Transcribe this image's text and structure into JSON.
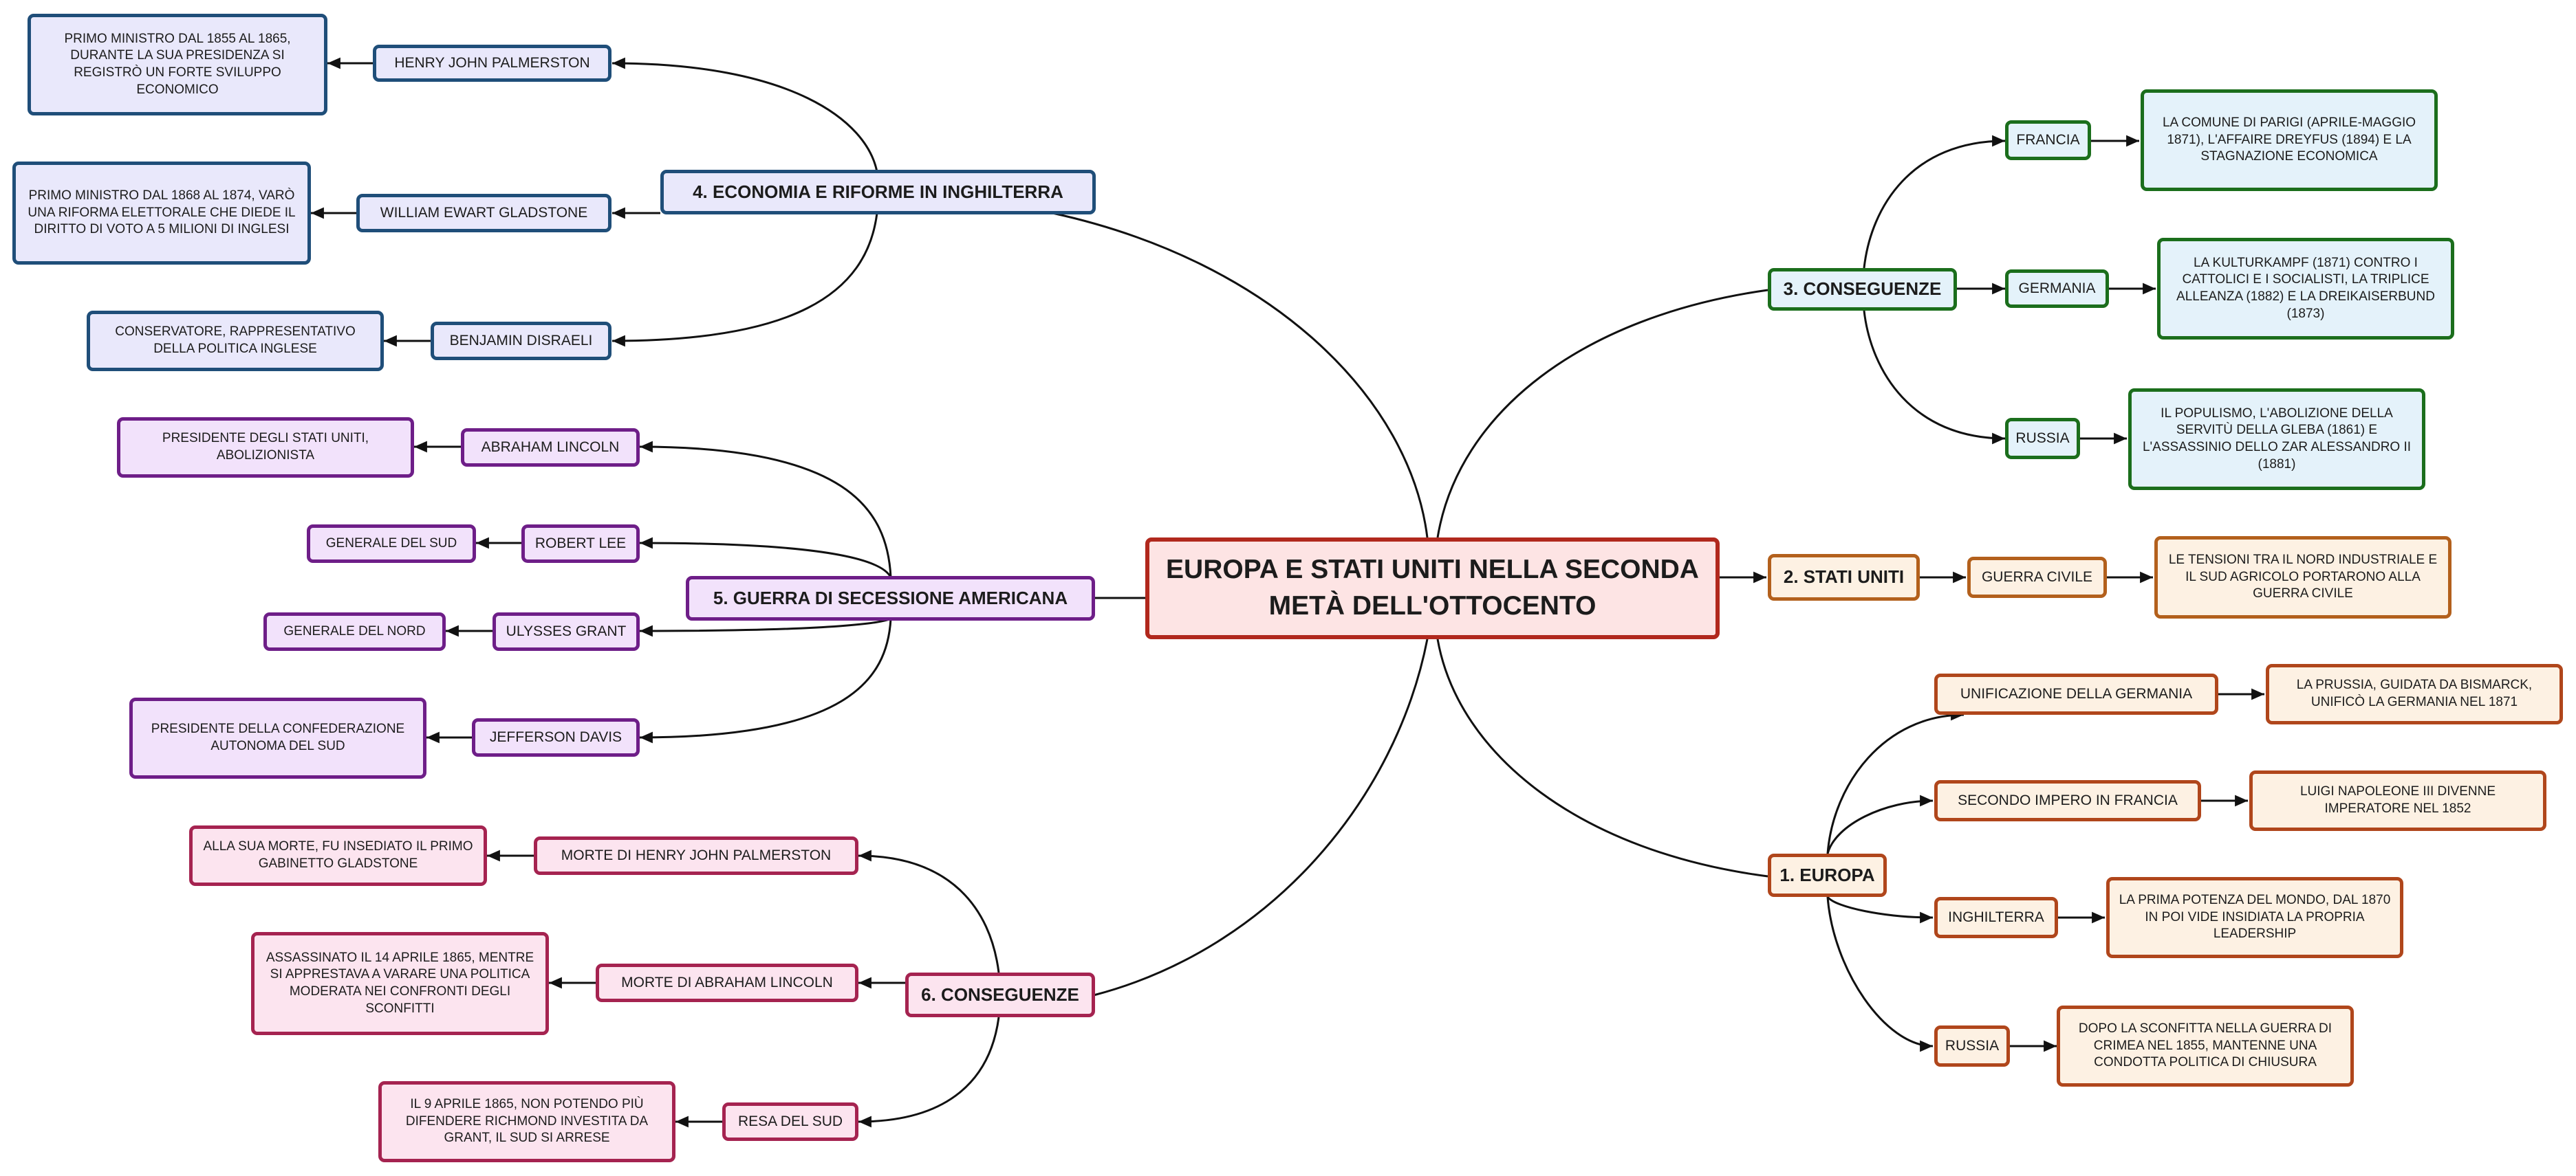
{
  "diagram": {
    "center_title": "EUROPA E STATI UNITI NELLA SECONDA METÀ DELL'OTTOCENTO",
    "branches": {
      "economia": {
        "title": "4. ECONOMIA E RIFORME IN INGHILTERRA",
        "color": "#1f4e79",
        "items": [
          {
            "label": "HENRY JOHN PALMERSTON",
            "desc": "PRIMO MINISTRO DAL 1855 AL 1865, DURANTE LA SUA PRESIDENZA SI REGISTRÒ UN FORTE SVILUPPO ECONOMICO"
          },
          {
            "label": "WILLIAM EWART GLADSTONE",
            "desc": "PRIMO MINISTRO DAL 1868 AL 1874, VARÒ UNA RIFORMA ELETTORALE CHE DIEDE IL DIRITTO DI VOTO A 5 MILIONI DI INGLESI"
          },
          {
            "label": "BENJAMIN DISRAELI",
            "desc": "CONSERVATORE, RAPPRESENTATIVO DELLA POLITICA INGLESE"
          }
        ]
      },
      "secessione": {
        "title": "5. GUERRA DI SECESSIONE AMERICANA",
        "color": "#6e1e88",
        "items": [
          {
            "label": "ABRAHAM LINCOLN",
            "desc": "PRESIDENTE DEGLI STATI UNITI, ABOLIZIONISTA"
          },
          {
            "label": "ROBERT LEE",
            "desc": "GENERALE DEL SUD"
          },
          {
            "label": "ULYSSES GRANT",
            "desc": "GENERALE DEL NORD"
          },
          {
            "label": "JEFFERSON DAVIS",
            "desc": "PRESIDENTE DELLA CONFEDERAZIONE AUTONOMA DEL SUD"
          }
        ]
      },
      "conseguenze6": {
        "title": "6. CONSEGUENZE",
        "color": "#a52350",
        "items": [
          {
            "label": "MORTE DI HENRY JOHN PALMERSTON",
            "desc": "ALLA SUA MORTE, FU INSEDIATO IL PRIMO GABINETTO GLADSTONE"
          },
          {
            "label": "MORTE DI ABRAHAM LINCOLN",
            "desc": "ASSASSINATO IL 14 APRILE 1865, MENTRE SI APPRESTAVA A VARARE UNA POLITICA MODERATA NEI CONFRONTI DEGLI SCONFITTI"
          },
          {
            "label": "RESA DEL SUD",
            "desc": "IL 9 APRILE 1865, NON POTENDO PIÙ DIFENDERE RICHMOND INVESTITA DA GRANT, IL SUD SI ARRESE"
          }
        ]
      },
      "conseguenze3": {
        "title": "3. CONSEGUENZE",
        "color": "#1b6e1c",
        "items": [
          {
            "label": "FRANCIA",
            "desc": "LA COMUNE DI PARIGI (APRILE-MAGGIO 1871), L'AFFAIRE DREYFUS (1894) E LA STAGNAZIONE ECONOMICA"
          },
          {
            "label": "GERMANIA",
            "desc": "LA KULTURKAMPF (1871) CONTRO I CATTOLICI E I SOCIALISTI, LA TRIPLICE ALLEANZA (1882) E LA DREIKAISERBUND (1873)"
          },
          {
            "label": "RUSSIA",
            "desc": "IL POPULISMO, L'ABOLIZIONE DELLA SERVITÙ DELLA GLEBA (1861) E L'ASSASSINIO DELLO ZAR ALESSANDRO II (1881)"
          }
        ]
      },
      "stati_uniti": {
        "title": "2. STATI UNITI",
        "color": "#b3601c",
        "items": [
          {
            "label": "GUERRA CIVILE",
            "desc": "LE TENSIONI TRA IL NORD INDUSTRIALE E IL SUD AGRICOLO PORTARONO ALLA GUERRA CIVILE"
          }
        ]
      },
      "europa": {
        "title": "1. EUROPA",
        "color": "#b0461b",
        "items": [
          {
            "label": "UNIFICAZIONE DELLA GERMANIA",
            "desc": "LA PRUSSIA, GUIDATA DA BISMARCK, UNIFICÒ LA GERMANIA NEL 1871"
          },
          {
            "label": "SECONDO IMPERO IN FRANCIA",
            "desc": "LUIGI NAPOLEONE III DIVENNE IMPERATORE NEL 1852"
          },
          {
            "label": "INGHILTERRA",
            "desc": "LA PRIMA POTENZA DEL MONDO, DAL 1870 IN POI VIDE INSIDIATA LA PROPRIA LEADERSHIP"
          },
          {
            "label": "RUSSIA",
            "desc": "DOPO LA SCONFITTA NELLA GUERRA DI CRIMEA NEL 1855, MANTENNE UNA CONDOTTA POLITICA DI CHIUSURA"
          }
        ]
      }
    }
  }
}
